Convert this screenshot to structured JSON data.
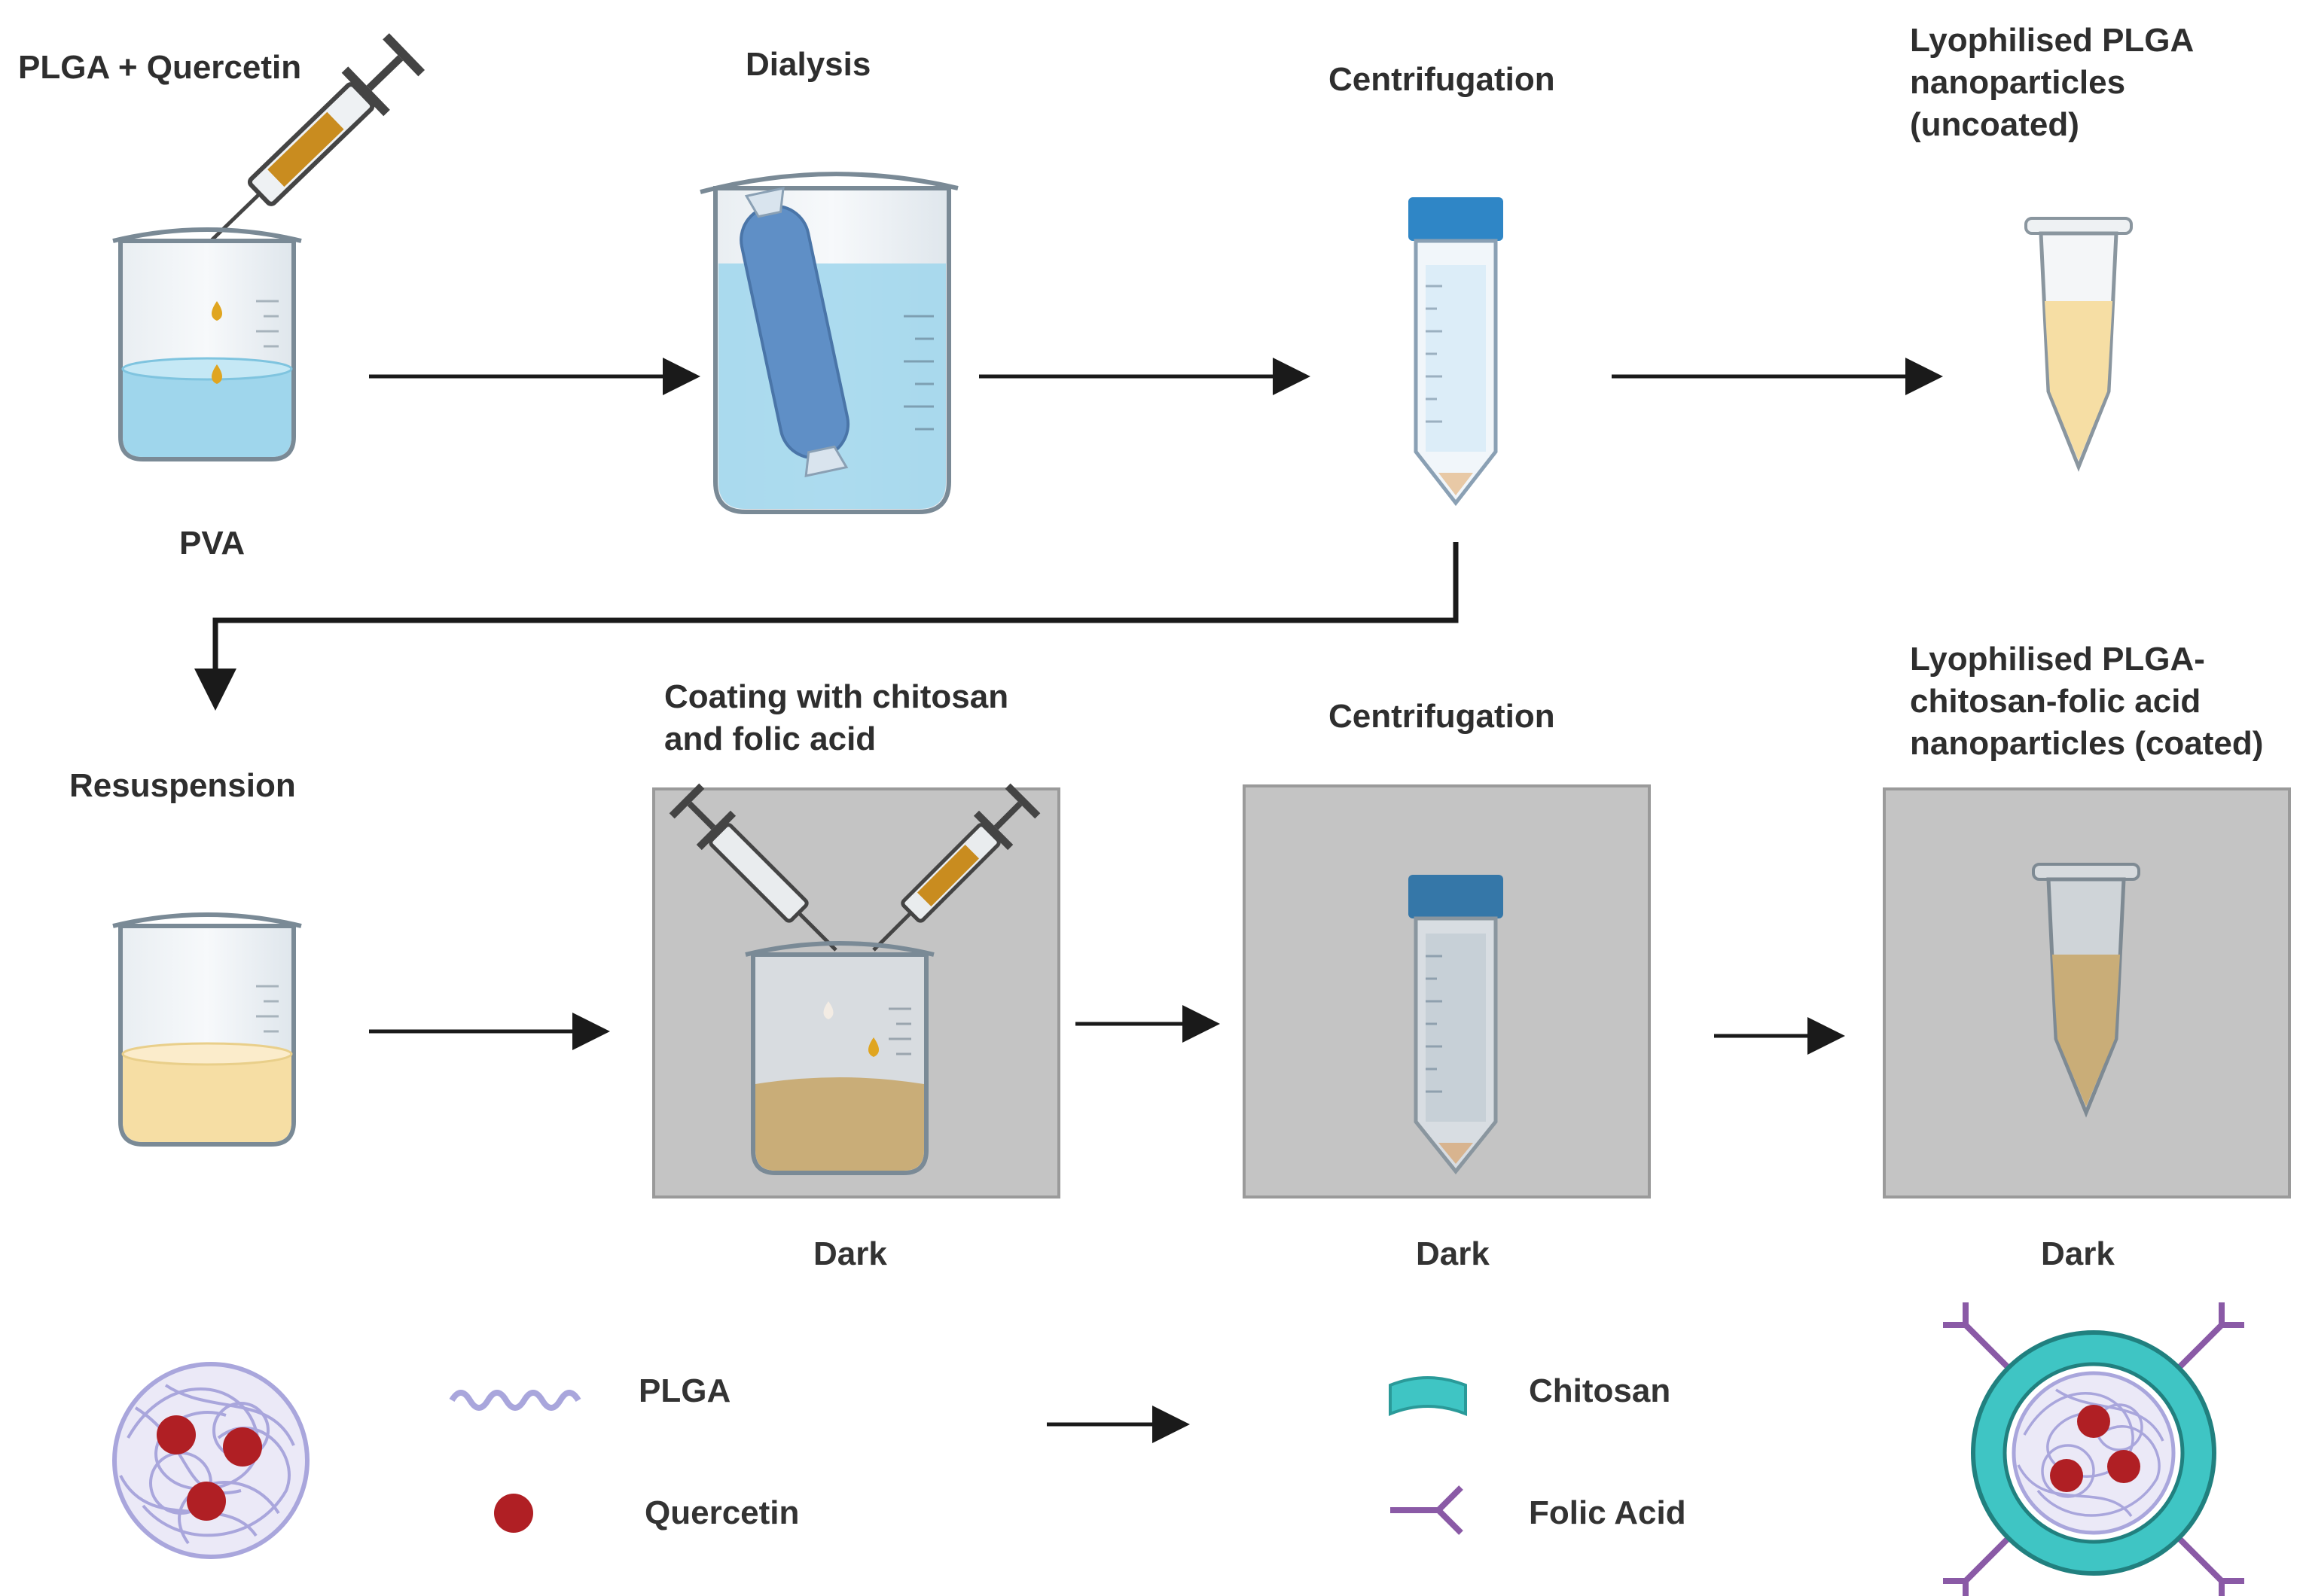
{
  "steps": {
    "step1": {
      "title": "PLGA + Quercetin",
      "caption": "PVA"
    },
    "step2": {
      "title": "Dialysis"
    },
    "step3": {
      "title": "Centrifugation"
    },
    "step4": {
      "title_lines": [
        "Lyophilised PLGA",
        "nanoparticles",
        "(uncoated)"
      ]
    },
    "step5": {
      "title": "Resuspension"
    },
    "step6": {
      "title_lines": [
        "Coating with chitosan",
        "and folic acid"
      ],
      "caption": "Dark"
    },
    "step7": {
      "title": "Centrifugation",
      "caption": "Dark"
    },
    "step8": {
      "title_lines": [
        "Lyophilised PLGA-",
        "chitosan-folic acid",
        "nanoparticles (coated)"
      ],
      "caption": "Dark"
    }
  },
  "legend": {
    "plga": "PLGA",
    "quercetin": "Quercetin",
    "chitosan": "Chitosan",
    "folic_acid": "Folic Acid"
  },
  "colors": {
    "liquid_blue": "#9fd6ec",
    "liquid_yellow": "#f6dea4",
    "liquid_tan": "#c9ad78",
    "dark_box": "#c4c4c4",
    "cap_blue": "#2f86c6",
    "plga_purple": "#a9a6dc",
    "quercetin_red": "#b01f24",
    "chitosan_teal": "#3fc5c4",
    "folic_purple": "#8a5aa6",
    "arrow": "#1a1a1a"
  },
  "icons": [
    "syringe-icon",
    "beaker-icon",
    "dialysis-bag-icon",
    "falcon-tube-icon",
    "eppendorf-tube-icon",
    "nanoparticle-icon"
  ]
}
